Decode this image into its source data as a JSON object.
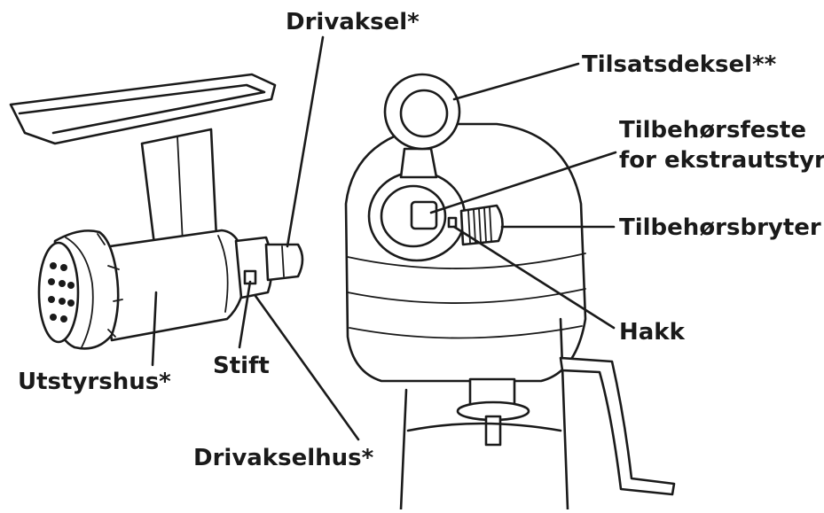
{
  "labels": {
    "drivaksel": "Drivaksel*",
    "tilsatsdeksel": "Tilsatsdeksel**",
    "tilbehorsfeste_line1": "Tilbehørsfeste",
    "tilbehorsfeste_line2": "for ekstrautstyr",
    "tilbehorsbryter": "Tilbehørsbryter",
    "hakk": "Hakk",
    "stift": "Stift",
    "utstyrshus": "Utstyrshus*",
    "drivakselhus": "Drivakselhus*"
  }
}
